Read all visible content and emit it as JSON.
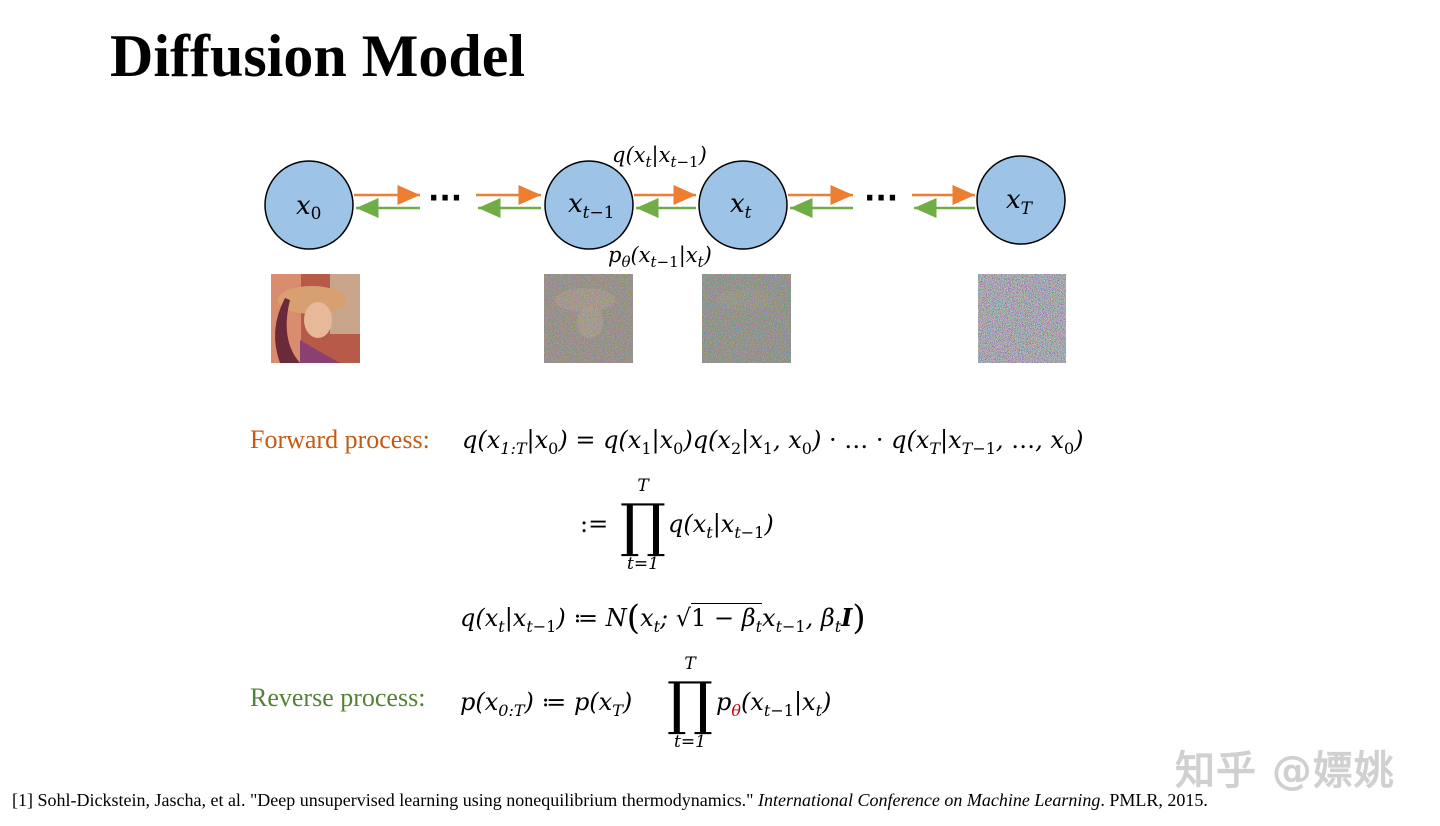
{
  "slide": {
    "title": "Diffusion Model",
    "watermark": "知乎 @嫖姚"
  },
  "diagram": {
    "nodes": [
      "x_0",
      "x_{t−1}",
      "x_t",
      "x_T"
    ],
    "ellipsis": "···",
    "forward_label": "q(x_t|x_{t−1})",
    "reverse_label": "p_θ(x_{t−1}|x_t)",
    "images": [
      "original photo",
      "noisy step t−1",
      "noisy step t",
      "pure noise"
    ],
    "colors": {
      "node_fill": "#9dc3e6",
      "forward_arrow": "#ed7d31",
      "reverse_arrow": "#70ad47"
    }
  },
  "equations": {
    "forward_label": "Forward process:",
    "reverse_label": "Reverse process:",
    "eq1": "q(x1:T|x0) = q(x1|x0)q(x2|x1,x0) · … · q(xT|xT−1,…,x0)",
    "eq2": ":= ∏ q(xt|xt−1)",
    "eq3": "q(xt|xt−1) := N(xt; √(1−βt) xt−1, βt I)",
    "eq4": "p(x0:T) := p(xT) ∏ pθ(xt−1|xt)",
    "prod_upper": "T",
    "prod_lower": "t=1"
  },
  "footnote": {
    "text_plain": "[1] Sohl-Dickstein, Jascha, et al. \"Deep unsupervised learning using nonequilibrium thermodynamics.\" ",
    "venue": "International Conference on Machine Learning",
    "tail": ". PMLR, 2015."
  }
}
